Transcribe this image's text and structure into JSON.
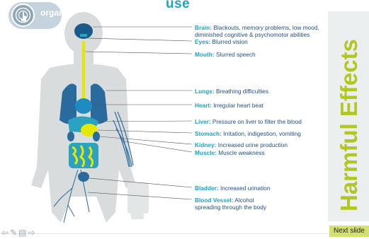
{
  "header": {
    "title": "use"
  },
  "organs_button": {
    "label": "organs"
  },
  "side_panel": {
    "title": "Harmful Effects"
  },
  "effects": [
    {
      "organ": "Brain:",
      "text": "Blackouts, memory problems, low mood, diminished cognitive & psychomotor abilities"
    },
    {
      "organ": "Eyes:",
      "text": "Blurred vision"
    },
    {
      "organ": "Mouth:",
      "text": "Slurred speech"
    },
    {
      "organ": "Lungs:",
      "text": "Breathing difficulties"
    },
    {
      "organ": "Heart:",
      "text": "Irregular heart beat"
    },
    {
      "organ": "Liver:",
      "text": "Pressure on liver to filter the blood"
    },
    {
      "organ": "Stomach:",
      "text": "Irritation, indigestion, vomiting"
    },
    {
      "organ": "Kidney:",
      "text": "Increased urine production"
    },
    {
      "organ": "Muscle:",
      "text": "Muscle weakness"
    },
    {
      "organ": "Bladder:",
      "text": "Increased urination"
    },
    {
      "organ": "Blood Vessel:",
      "text": "Alcohol spreading through the body"
    }
  ],
  "footer": {
    "next_label": "Next slide"
  },
  "colors": {
    "accent": "#1fa3be",
    "panel_text": "#b3c722",
    "silhouette": "#d9dcdd",
    "organ_blue": "#1a5a8a",
    "organ_teal": "#2aa2c2",
    "organ_yellow": "#e6e800"
  }
}
